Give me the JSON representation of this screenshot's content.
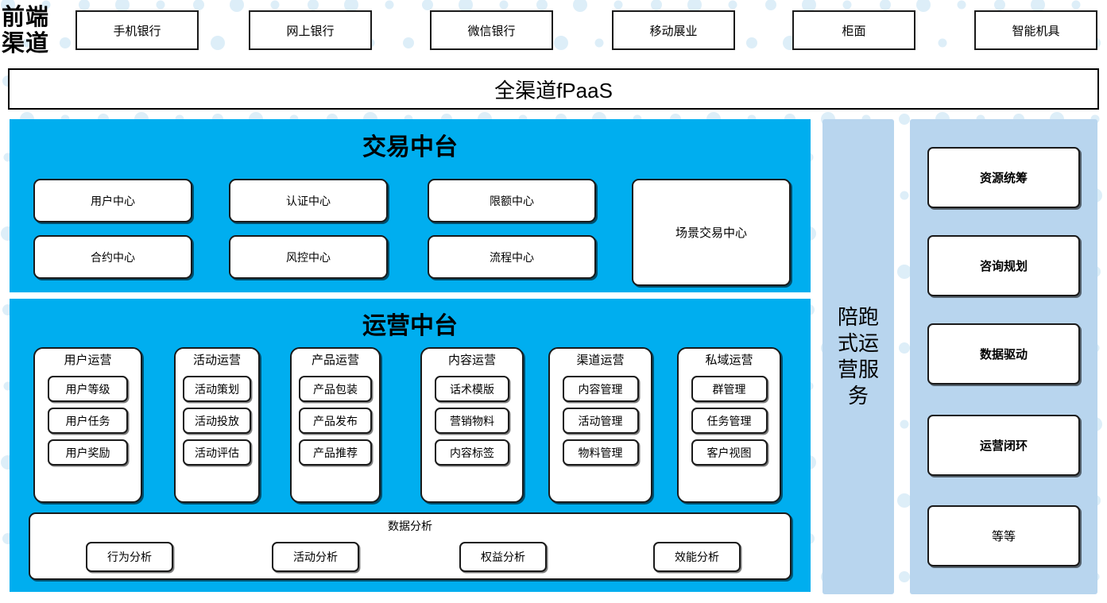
{
  "colors": {
    "cyan_panel": "#00AEEF",
    "light_blue_panel": "#b8d5ee",
    "dot": "#ddeef8",
    "border": "#1a1a1a",
    "card_background": "#ffffff"
  },
  "front_end": {
    "label_line1": "前端",
    "label_line2": "渠道",
    "channels": [
      {
        "label": "手机银行"
      },
      {
        "label": "网上银行"
      },
      {
        "label": "微信银行"
      },
      {
        "label": "移动展业"
      },
      {
        "label": "柜面"
      },
      {
        "label": "智能机具"
      }
    ]
  },
  "omni_channel": {
    "label": "全渠道fPaaS"
  },
  "trade_platform": {
    "title": "交易中台",
    "cards": [
      {
        "label": "用户中心"
      },
      {
        "label": "认证中心"
      },
      {
        "label": "限额中心"
      },
      {
        "label": "合约中心"
      },
      {
        "label": "风控中心"
      },
      {
        "label": "流程中心"
      }
    ],
    "wide_card": {
      "label": "场景交易中心"
    }
  },
  "ops_platform": {
    "title": "运营中台",
    "columns": [
      {
        "title": "用户运营",
        "items": [
          "用户等级",
          "用户任务",
          "用户奖励"
        ]
      },
      {
        "title": "活动运营",
        "items": [
          "活动策划",
          "活动投放",
          "活动评估"
        ]
      },
      {
        "title": "产品运营",
        "items": [
          "产品包装",
          "产品发布",
          "产品推荐"
        ]
      },
      {
        "title": "内容运营",
        "items": [
          "话术模版",
          "营销物料",
          "内容标签"
        ]
      },
      {
        "title": "渠道运营",
        "items": [
          "内容管理",
          "活动管理",
          "物料管理"
        ]
      },
      {
        "title": "私域运营",
        "items": [
          "群管理",
          "任务管理",
          "客户视图"
        ]
      }
    ],
    "data_analysis": {
      "title": "数据分析",
      "items": [
        "行为分析",
        "活动分析",
        "权益分析",
        "效能分析"
      ]
    }
  },
  "service_column": {
    "label": "陪跑式运营服务",
    "lines": [
      "陪跑",
      "式运",
      "营服",
      "务"
    ]
  },
  "capability_column": {
    "cards": [
      {
        "label": "资源统筹",
        "bold": true
      },
      {
        "label": "咨询规划",
        "bold": true
      },
      {
        "label": "数据驱动",
        "bold": true
      },
      {
        "label": "运营闭环",
        "bold": true
      },
      {
        "label": "等等",
        "bold": false
      }
    ]
  }
}
